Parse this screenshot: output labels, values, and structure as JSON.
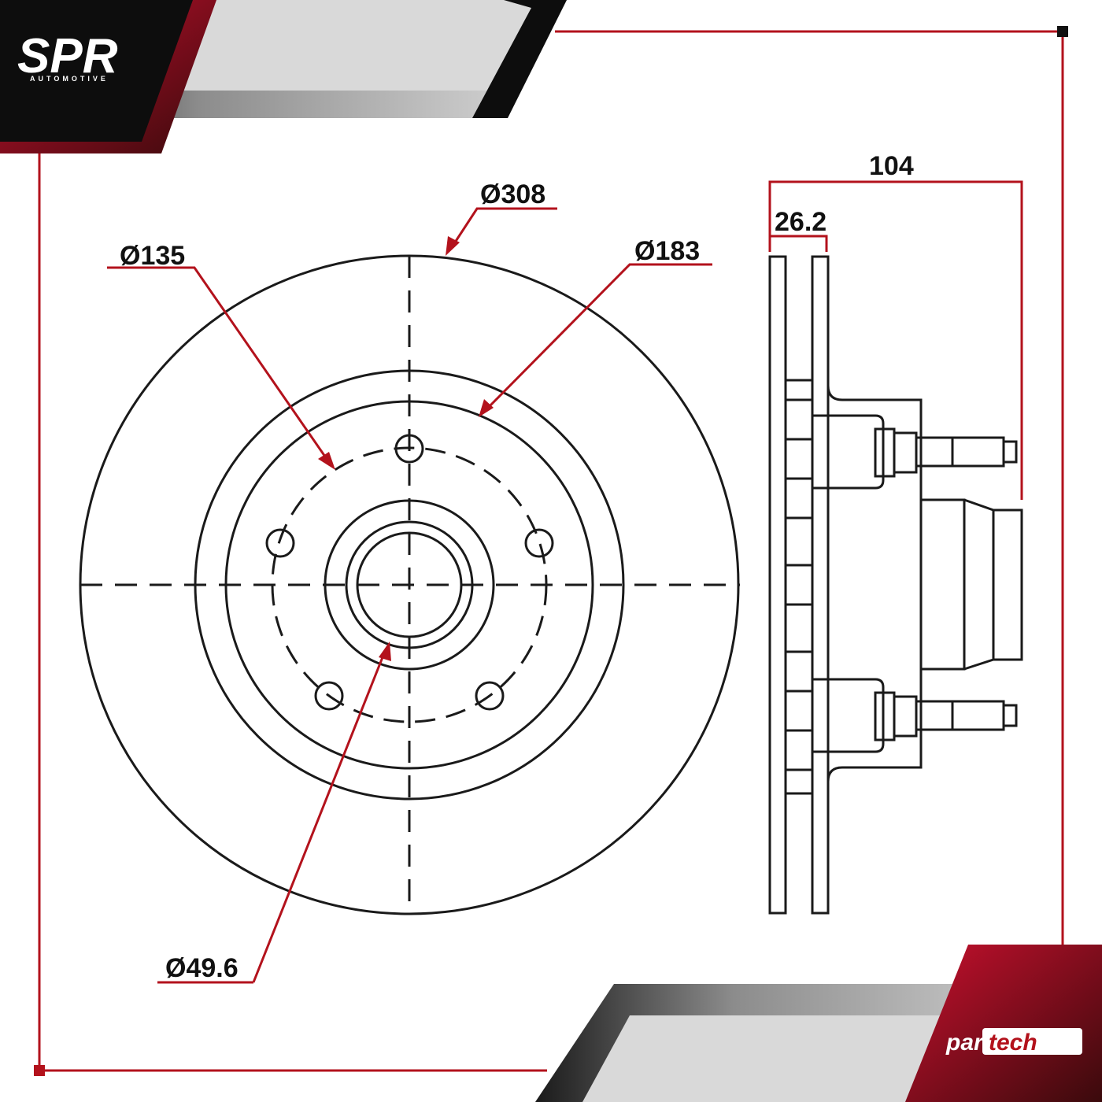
{
  "brand": {
    "logo_text": "SPR",
    "logo_subtitle": "AUTOMOTIVE",
    "partner_logo_prefix": "par",
    "partner_logo_suffix": "tech"
  },
  "dimensions": {
    "rotor_diameter": "Ø308",
    "bolt_circle_diameter": "Ø135",
    "hat_diameter": "Ø183",
    "center_bore_diameter": "Ø49.6",
    "overall_height": "104",
    "rotor_thickness": "26.2"
  },
  "colors": {
    "accent_red": "#b3121c",
    "outline": "#1a1a1a",
    "banner_black": "#0d0d0d",
    "banner_gray": "#d9d9d9"
  }
}
